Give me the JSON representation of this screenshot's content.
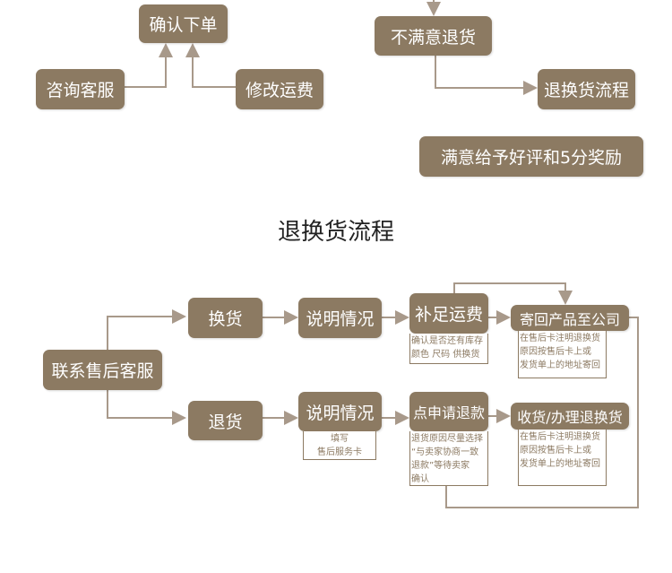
{
  "top": {
    "confirm_order": "确认下单",
    "consult_service": "咨询客服",
    "modify_shipping": "修改运费",
    "unsatisfied_return": "不满意退货",
    "return_exchange_flow": "退换货流程",
    "satisfied_review": "满意给予好评和5分奖励"
  },
  "title": "退换货流程",
  "flow": {
    "contact": "联系售后客服",
    "exchange": "换货",
    "return": "退货",
    "explain1": "说明情况",
    "explain2": "说明情况",
    "explain2_note": "填写\n售后服务卡",
    "pay_shipping": "补足运费",
    "pay_shipping_note": "确认是否还有库存\n颜色 尺码 供换货",
    "send_back": "寄回产品至公司",
    "send_back_note": "在售后卡注明退换货\n原因按售后卡上或\n发货单上的地址寄回",
    "apply_refund": "点申请退款",
    "apply_refund_note": "退货原因尽量选择\n“与卖家协商一致\n退款”等待卖家\n确认",
    "receive": "收货/办理退换货",
    "receive_note": "在售后卡注明退换货\n原因按售后卡上或\n发货单上的地址寄回"
  },
  "colors": {
    "box": "#8c7a62",
    "line": "#a8998a"
  }
}
